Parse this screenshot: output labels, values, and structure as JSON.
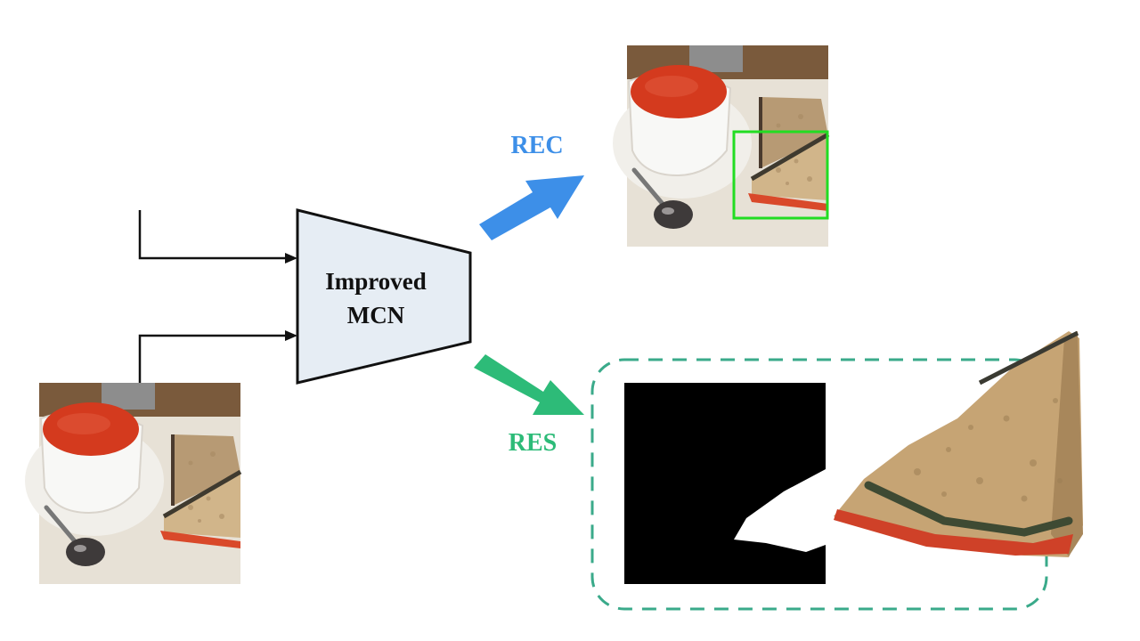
{
  "model": {
    "line1": "Improved",
    "line2": "MCN"
  },
  "branches": {
    "rec_label": "REC",
    "res_label": "RES"
  },
  "colors": {
    "rec": "#3d8fe8",
    "res": "#2dbb78",
    "bbox": "#22dd22",
    "trapezoid_fill": "#e6edf4",
    "dashed_border": "#3aaa8a",
    "mask_bg": "#000000",
    "mask_fg": "#ffffff"
  },
  "images": {
    "input": "soup-and-sandwich-photo",
    "rec_output": "soup-and-sandwich-photo-with-bounding-box",
    "res_mask": "binary-segmentation-mask",
    "res_cutout": "segmented-sandwich-cutout"
  }
}
